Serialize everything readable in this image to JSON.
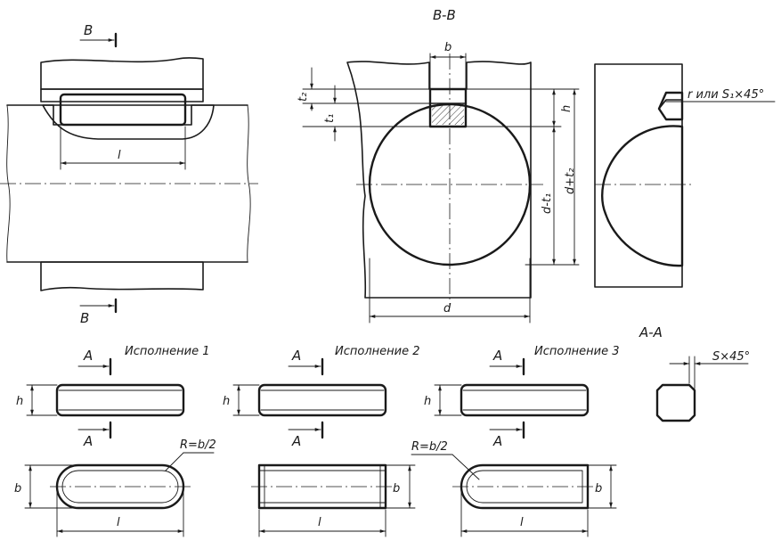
{
  "section_bb": "B-B",
  "section_aa": "A-A",
  "mark_b_top": "B",
  "mark_b_bottom": "B",
  "dim_l_shaft": "l",
  "dim_b_top": "b",
  "dim_t2": "t₂",
  "dim_t1": "t₁",
  "dim_h_section": "h",
  "dim_d_minus_t1": "d-t₁",
  "dim_d_plus_t2": "d+t₂",
  "dim_d": "d",
  "chamfer_note": "r или S₁×45°",
  "chamfer_aa": "S×45°",
  "variants": [
    {
      "title": "Исполнение 1",
      "mark_top": "A",
      "mark_bottom": "A",
      "dim_h": "h",
      "dim_b": "b",
      "dim_l": "l",
      "radius": "R=b/2"
    },
    {
      "title": "Исполнение 2",
      "mark_top": "A",
      "mark_bottom": "A",
      "dim_h": "h",
      "dim_b": "b",
      "dim_l": "l",
      "radius": ""
    },
    {
      "title": "Исполнение 3",
      "mark_top": "A",
      "mark_bottom": "A",
      "dim_h": "h",
      "dim_b": "b",
      "dim_l": "l",
      "radius": "R=b/2"
    }
  ]
}
